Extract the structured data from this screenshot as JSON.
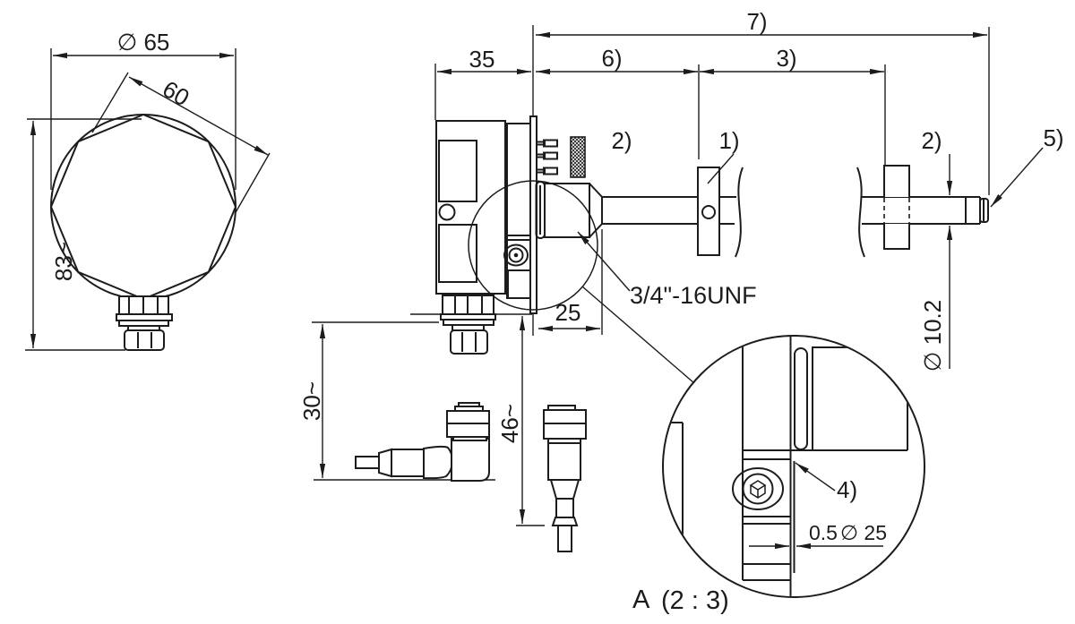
{
  "drawing": {
    "front_view": {
      "diameter": "∅ 65",
      "across_flats": "60",
      "height": "83~"
    },
    "side_view": {
      "housing_width": "35",
      "thread_length": "25",
      "thread_spec": "3/4\"-16UNF"
    },
    "connectors": {
      "angled_height": "30~",
      "straight_height": "46~"
    },
    "probe": {
      "length_total": "7)",
      "length_front": "6)",
      "length_rear": "3)",
      "callout_seal_front": "2)",
      "callout_collar": "1)",
      "callout_seal_rear": "2)",
      "callout_tip": "5)",
      "diameter": "∅ 10.2"
    },
    "detail": {
      "callout_edge": "4)",
      "gap": "0.5",
      "seal_diameter": "∅ 25",
      "title_letter": "A",
      "title_scale": "(2 : 3)"
    }
  }
}
